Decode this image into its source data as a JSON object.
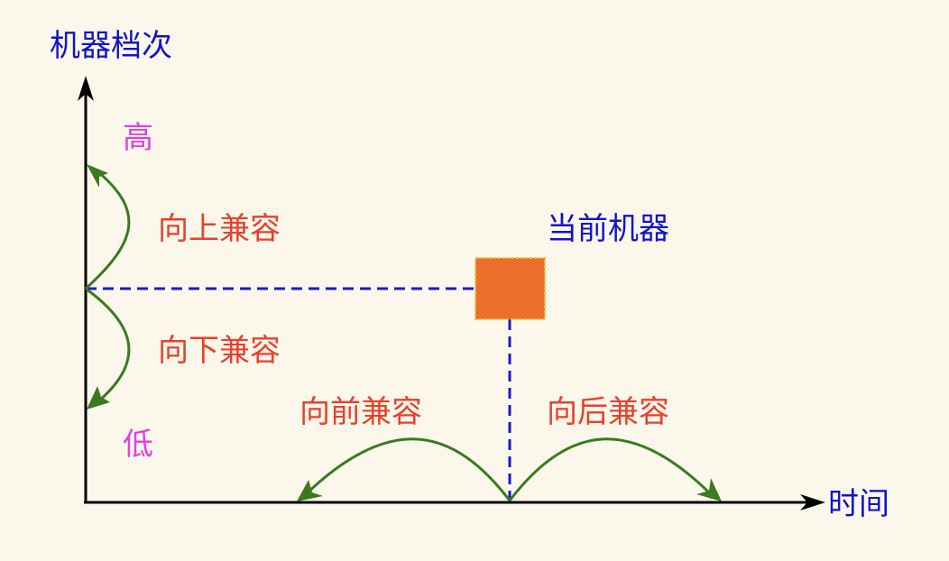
{
  "axes": {
    "y_label": "机器档次",
    "x_label": "时间"
  },
  "levels": {
    "high": "高",
    "low": "低"
  },
  "current_machine": {
    "label": "当前机器"
  },
  "compatibility": {
    "upward": "向上兼容",
    "downward": "向下兼容",
    "forward": "向前兼容",
    "backward": "向后兼容"
  },
  "colors": {
    "background": "#fbf8eb",
    "axis_label": "#1414c8",
    "level_label": "#e040e0",
    "compat_label": "#e8402c",
    "arrow": "#3a7a20",
    "dashed": "#1a1ad0",
    "box_fill": "#ec6e2c",
    "box_border": "#f0c040"
  }
}
